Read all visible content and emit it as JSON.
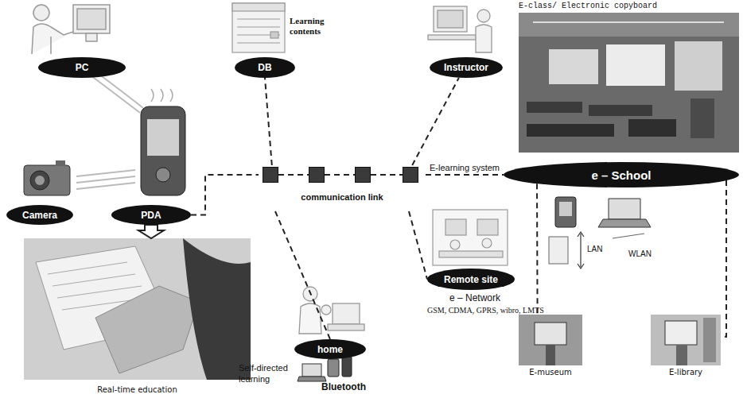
{
  "diagram": {
    "nodes": [
      {
        "text": [
          "PC"
        ]
      },
      {
        "text": [
          "DB"
        ]
      },
      {
        "text": [
          "Instructor"
        ]
      },
      {
        "text": [
          "Camera"
        ]
      },
      {
        "text": [
          "PDA"
        ]
      },
      {
        "text": [
          "communication link"
        ]
      },
      {
        "text": [
          "e – School"
        ]
      },
      {
        "text": [
          "Real-time education"
        ]
      },
      {
        "text": [
          "Remote site"
        ]
      },
      {
        "text": [
          "home"
        ]
      },
      {
        "text": [
          "E-museum"
        ]
      },
      {
        "text": [
          "E-library"
        ]
      }
    ],
    "edges": [
      {
        "from": 4,
        "to": 5,
        "arrow": "none"
      },
      {
        "from": 5,
        "to": 6,
        "label": "E-learning system",
        "arrow": "none"
      },
      {
        "from": 5,
        "to": 1,
        "arrow": "none"
      },
      {
        "from": 5,
        "to": 2,
        "arrow": "none"
      },
      {
        "from": 5,
        "to": 9,
        "arrow": "none"
      },
      {
        "from": 5,
        "to": 8,
        "arrow": "none"
      },
      {
        "from": 6,
        "to": 10,
        "arrow": "none"
      },
      {
        "from": 6,
        "to": 11,
        "arrow": "none"
      },
      {
        "from": 4,
        "to": 7,
        "arrow": "to"
      }
    ],
    "labels": [
      "Learning contents",
      "E-class/ Electronic copyboard",
      "LAN",
      "WLAN",
      "e – Network",
      "GSM, CDMA, GPRS, wibro, LMTS",
      "Self-directed learning",
      "Bluetooth"
    ]
  }
}
